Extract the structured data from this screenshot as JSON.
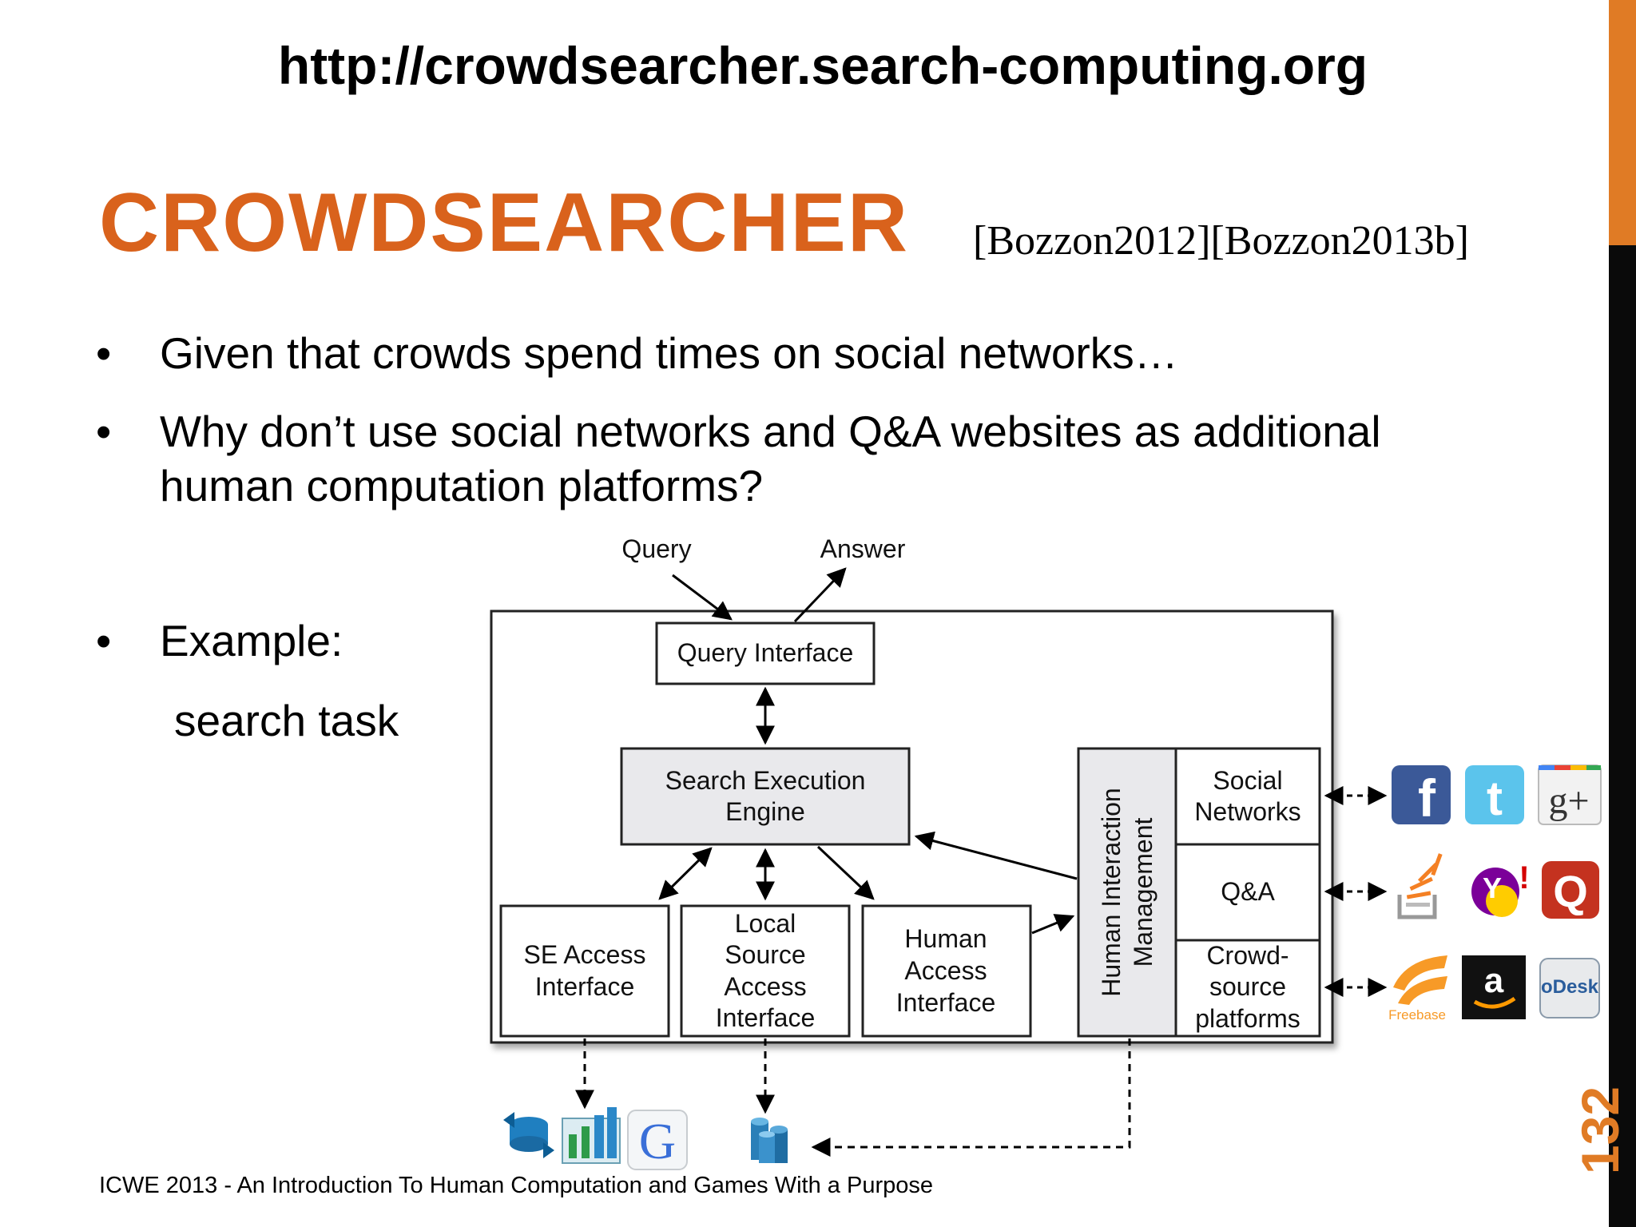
{
  "header": {
    "url": "http://crowdsearcher.search-computing.org",
    "title": "CROWDSEARCHER",
    "refs": "[Bozzon2012][Bozzon2013b]"
  },
  "bullets": [
    {
      "marker": "•",
      "lines": [
        "Given that crowds spend times on social networks…"
      ]
    },
    {
      "marker": "•",
      "lines": [
        "Why don’t use social networks and Q&A websites as additional",
        "human computation platforms?"
      ]
    },
    {
      "marker": "•",
      "lines": [
        "Example:"
      ]
    }
  ],
  "sub_item": "search task",
  "diagram": {
    "query": "Query",
    "answer": "Answer",
    "query_interface": "Query Interface",
    "search_engine": [
      "Search Execution",
      "Engine"
    ],
    "se_access": [
      "SE Access",
      "Interface"
    ],
    "local_source": [
      "Local",
      "Source",
      "Access",
      "Interface"
    ],
    "human_access": [
      "Human",
      "Access",
      "Interface"
    ],
    "human_mgmt": [
      "Human Interaction",
      "Management"
    ],
    "social_networks": [
      "Social",
      "Networks"
    ],
    "qa": "Q&A",
    "crowd_platforms": [
      "Crowd-",
      "source",
      "platforms"
    ],
    "freebase_label": "Freebase",
    "odesk_label": "oDesk"
  },
  "footer": "ICWE 2013 - An Introduction To Human Computation and Games With a Purpose",
  "page_number": "132",
  "colors": {
    "accent": "#e07b25",
    "title": "#d9621c",
    "box_fill": "#e9e9ec"
  }
}
